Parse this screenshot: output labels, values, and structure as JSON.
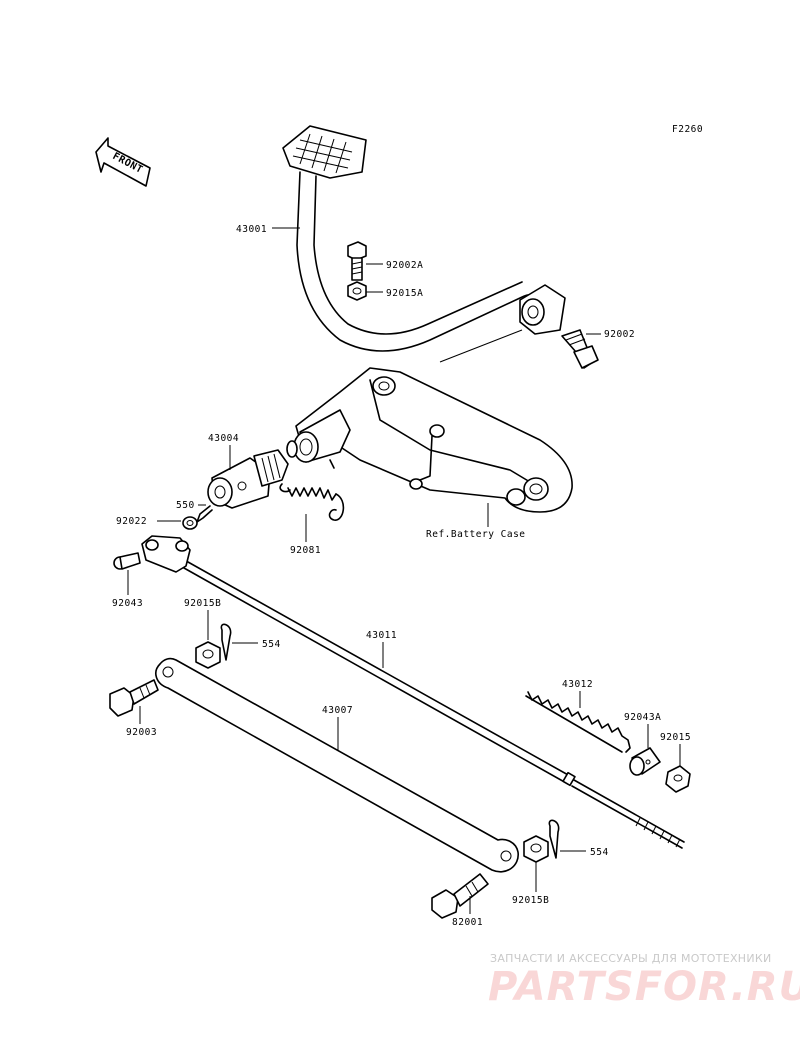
{
  "figure": {
    "code": "F2260",
    "front_arrow": "FRONT",
    "reference_note": "Ref.Battery Case"
  },
  "parts": {
    "p43001": "43001",
    "p92002A": "92002A",
    "p92015A": "92015A",
    "p92002": "92002",
    "p43004": "43004",
    "p550": "550",
    "p92022": "92022",
    "p92081": "92081",
    "p92043": "92043",
    "p92015B_top": "92015B",
    "p554_top": "554",
    "p43011": "43011",
    "p43012": "43012",
    "p92043A": "92043A",
    "p92015": "92015",
    "p92003": "92003",
    "p43007": "43007",
    "p554_bottom": "554",
    "p92015B_bottom": "92015B",
    "p82001": "82001"
  },
  "watermark": {
    "tagline": "ЗАПЧАСТИ И АКСЕССУАРЫ ДЛЯ МОТОТЕХНИКИ",
    "brand": "PARTSFOR.RU",
    "brand_color": "#e87f7f"
  }
}
